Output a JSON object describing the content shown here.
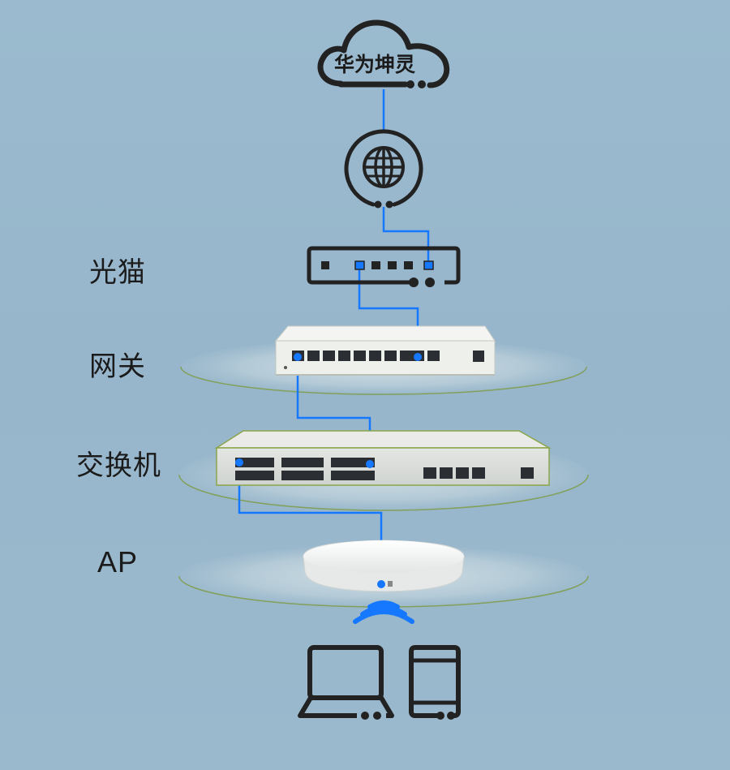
{
  "cloud": {
    "label": "华为坤灵"
  },
  "tiers": {
    "modem": {
      "label": "光猫"
    },
    "gateway": {
      "label": "网关"
    },
    "switch": {
      "label": "交换机"
    },
    "ap": {
      "label": "AP"
    }
  },
  "icons": {
    "cloud": "cloud-icon",
    "internet": "globe-icon",
    "modem": "modem-icon",
    "gateway": "gateway-device",
    "switch": "switch-device",
    "ap": "access-point-device",
    "wifi": "wifi-signal-icon",
    "laptop": "laptop-icon",
    "tablet": "tablet-icon"
  },
  "colors": {
    "background": "#9ab8cc",
    "outline": "#222222",
    "link": "#1677ff",
    "device": "#eef0ec",
    "platform": "#c4d6df",
    "platform_edge": "#7a9a3a"
  }
}
